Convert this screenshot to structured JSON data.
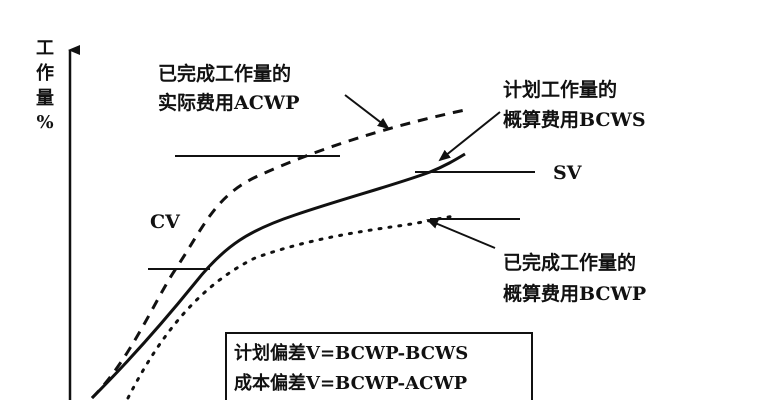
{
  "axis": {
    "y_label_lines": [
      "工",
      "作",
      "量",
      "%"
    ]
  },
  "labels": {
    "acwp": [
      "已完成工作量的",
      "实际费用ACWP"
    ],
    "bcws": [
      "计划工作量的",
      "概算费用BCWS"
    ],
    "bcwp": [
      "已完成工作量的",
      "概算费用BCWP"
    ],
    "sv": "SV",
    "cv": "CV"
  },
  "formula_box": {
    "lines": [
      "计划偏差V=BCWP-BCWS",
      "成本偏差V=BCWP-ACWP"
    ]
  },
  "colors": {
    "ink": "#111111",
    "background": "#ffffff"
  }
}
